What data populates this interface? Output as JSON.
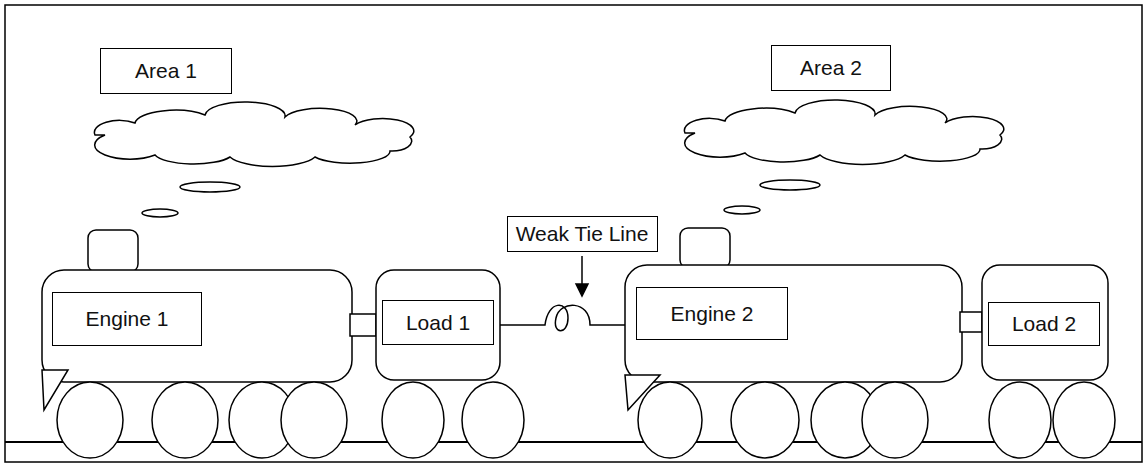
{
  "diagram": {
    "nodes": [
      {
        "text": [
          "Area 1"
        ]
      },
      {
        "text": [
          "Area 2"
        ]
      },
      {
        "text": [
          "Weak Tie Line"
        ]
      },
      {
        "text": [
          "Engine 1"
        ]
      },
      {
        "text": [
          "Load 1"
        ]
      },
      {
        "text": [
          "Engine 2"
        ]
      },
      {
        "text": [
          "Load 2"
        ]
      }
    ]
  }
}
